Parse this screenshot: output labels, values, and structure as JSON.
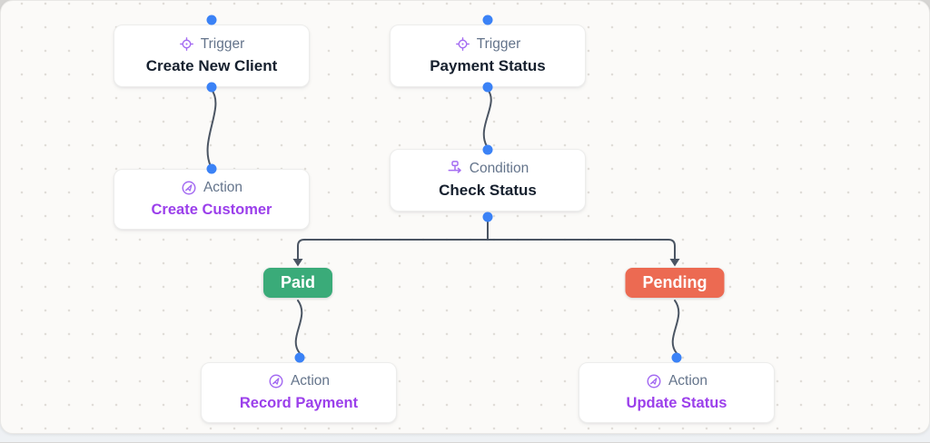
{
  "theme": {
    "canvas-bg": "#fbfaf8",
    "dot-color": "#e0ddd8",
    "card-bg": "#ffffff",
    "card-border": "#ededec",
    "label-color": "#64748b",
    "title-color": "#16202e",
    "purple": "#9b3feb",
    "icon-purple": "#a56df2",
    "handle-blue": "#3b82f6",
    "connector": "#4b5563",
    "paid-green": "#3aab79",
    "pending-red": "#ec6a52"
  },
  "nodes": {
    "trigger1": {
      "type_label": "Trigger",
      "title": "Create New Client",
      "icon": "target-icon"
    },
    "trigger2": {
      "type_label": "Trigger",
      "title": "Payment Status",
      "icon": "target-icon"
    },
    "action1": {
      "type_label": "Action",
      "title": "Create Customer",
      "icon": "swirl-arrow-icon"
    },
    "condition": {
      "type_label": "Condition",
      "title": "Check Status",
      "icon": "branch-icon"
    },
    "action2": {
      "type_label": "Action",
      "title": "Record Payment",
      "icon": "swirl-arrow-icon"
    },
    "action3": {
      "type_label": "Action",
      "title": "Update Status",
      "icon": "swirl-arrow-icon"
    }
  },
  "branches": {
    "paid": {
      "label": "Paid"
    },
    "pending": {
      "label": "Pending"
    }
  }
}
